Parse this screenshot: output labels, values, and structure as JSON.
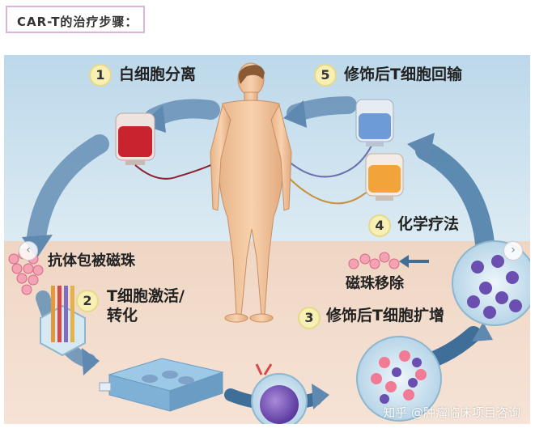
{
  "header": {
    "title": "CAR-T的治疗步骤："
  },
  "steps": {
    "s1": {
      "num": "1",
      "label": "白细胞分离"
    },
    "s2": {
      "num": "2",
      "label_line1": "T细胞激活/",
      "label_line2": "转化"
    },
    "s3": {
      "num": "3",
      "label": "修饰后T细胞扩增"
    },
    "s4": {
      "num": "4",
      "label": "化学疗法"
    },
    "s5": {
      "num": "5",
      "label": "修饰后T细胞回输"
    }
  },
  "annotations": {
    "beads": "抗体包被磁珠",
    "bead_removal": "磁珠移除"
  },
  "watermark": "知乎 @肿瘤临床项目咨询",
  "nav": {
    "prev": "‹",
    "next": "›"
  },
  "colors": {
    "sky": "#cfe3ef",
    "ground": "#f1d9c9",
    "arrow": "#3f6f98",
    "skin": "#f1c49a",
    "number_badge": "#f7efb4"
  }
}
